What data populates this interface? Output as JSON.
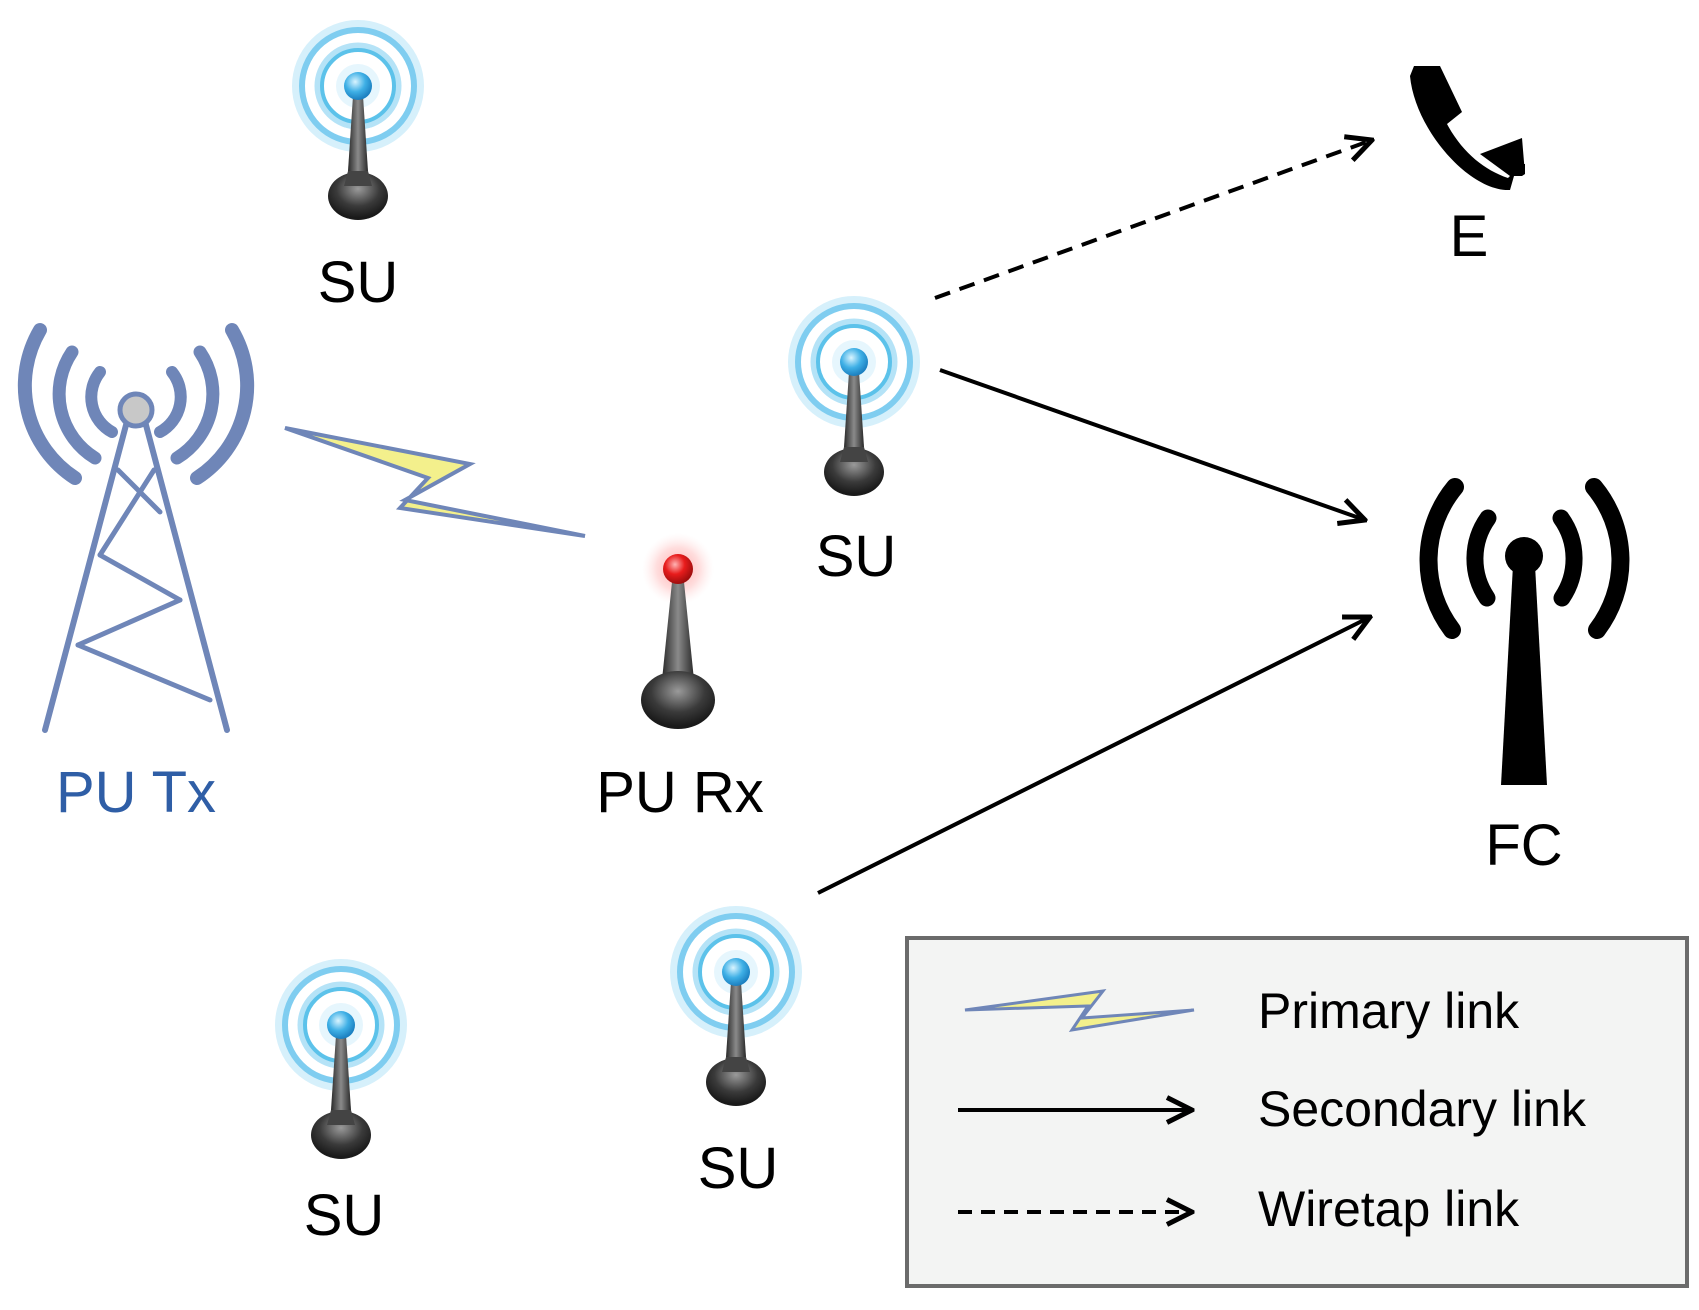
{
  "nodes": {
    "pu_tx": {
      "label": "PU Tx"
    },
    "pu_rx": {
      "label": "PU Rx"
    },
    "su_top": {
      "label": "SU"
    },
    "su_mid": {
      "label": "SU"
    },
    "su_bottom_left": {
      "label": "SU"
    },
    "su_bottom_mid": {
      "label": "SU"
    },
    "eavesdropper": {
      "label": "E",
      "icon": "phone-icon"
    },
    "fusion_center": {
      "label": "FC",
      "icon": "antenna-broadcast-icon"
    }
  },
  "links": [
    {
      "type": "primary",
      "from": "PU Tx",
      "to": "PU Rx"
    },
    {
      "type": "secondary",
      "from": "SU",
      "to": "FC"
    },
    {
      "type": "secondary",
      "from": "SU",
      "to": "FC"
    },
    {
      "type": "wiretap",
      "from": "SU",
      "to": "E"
    }
  ],
  "legend": {
    "primary": "Primary link",
    "secondary": "Secondary link",
    "wiretap": "Wiretap link"
  },
  "colors": {
    "primary_tower": "#6f86b8",
    "pu_tx_label": "#2f5ea6",
    "lightning_fill": "#f3f08c",
    "su_glow": "#5cc2ea",
    "pu_rx_head": "#e81c1c",
    "legend_bg": "#f3f4f3",
    "legend_border": "#6b6b6b"
  }
}
